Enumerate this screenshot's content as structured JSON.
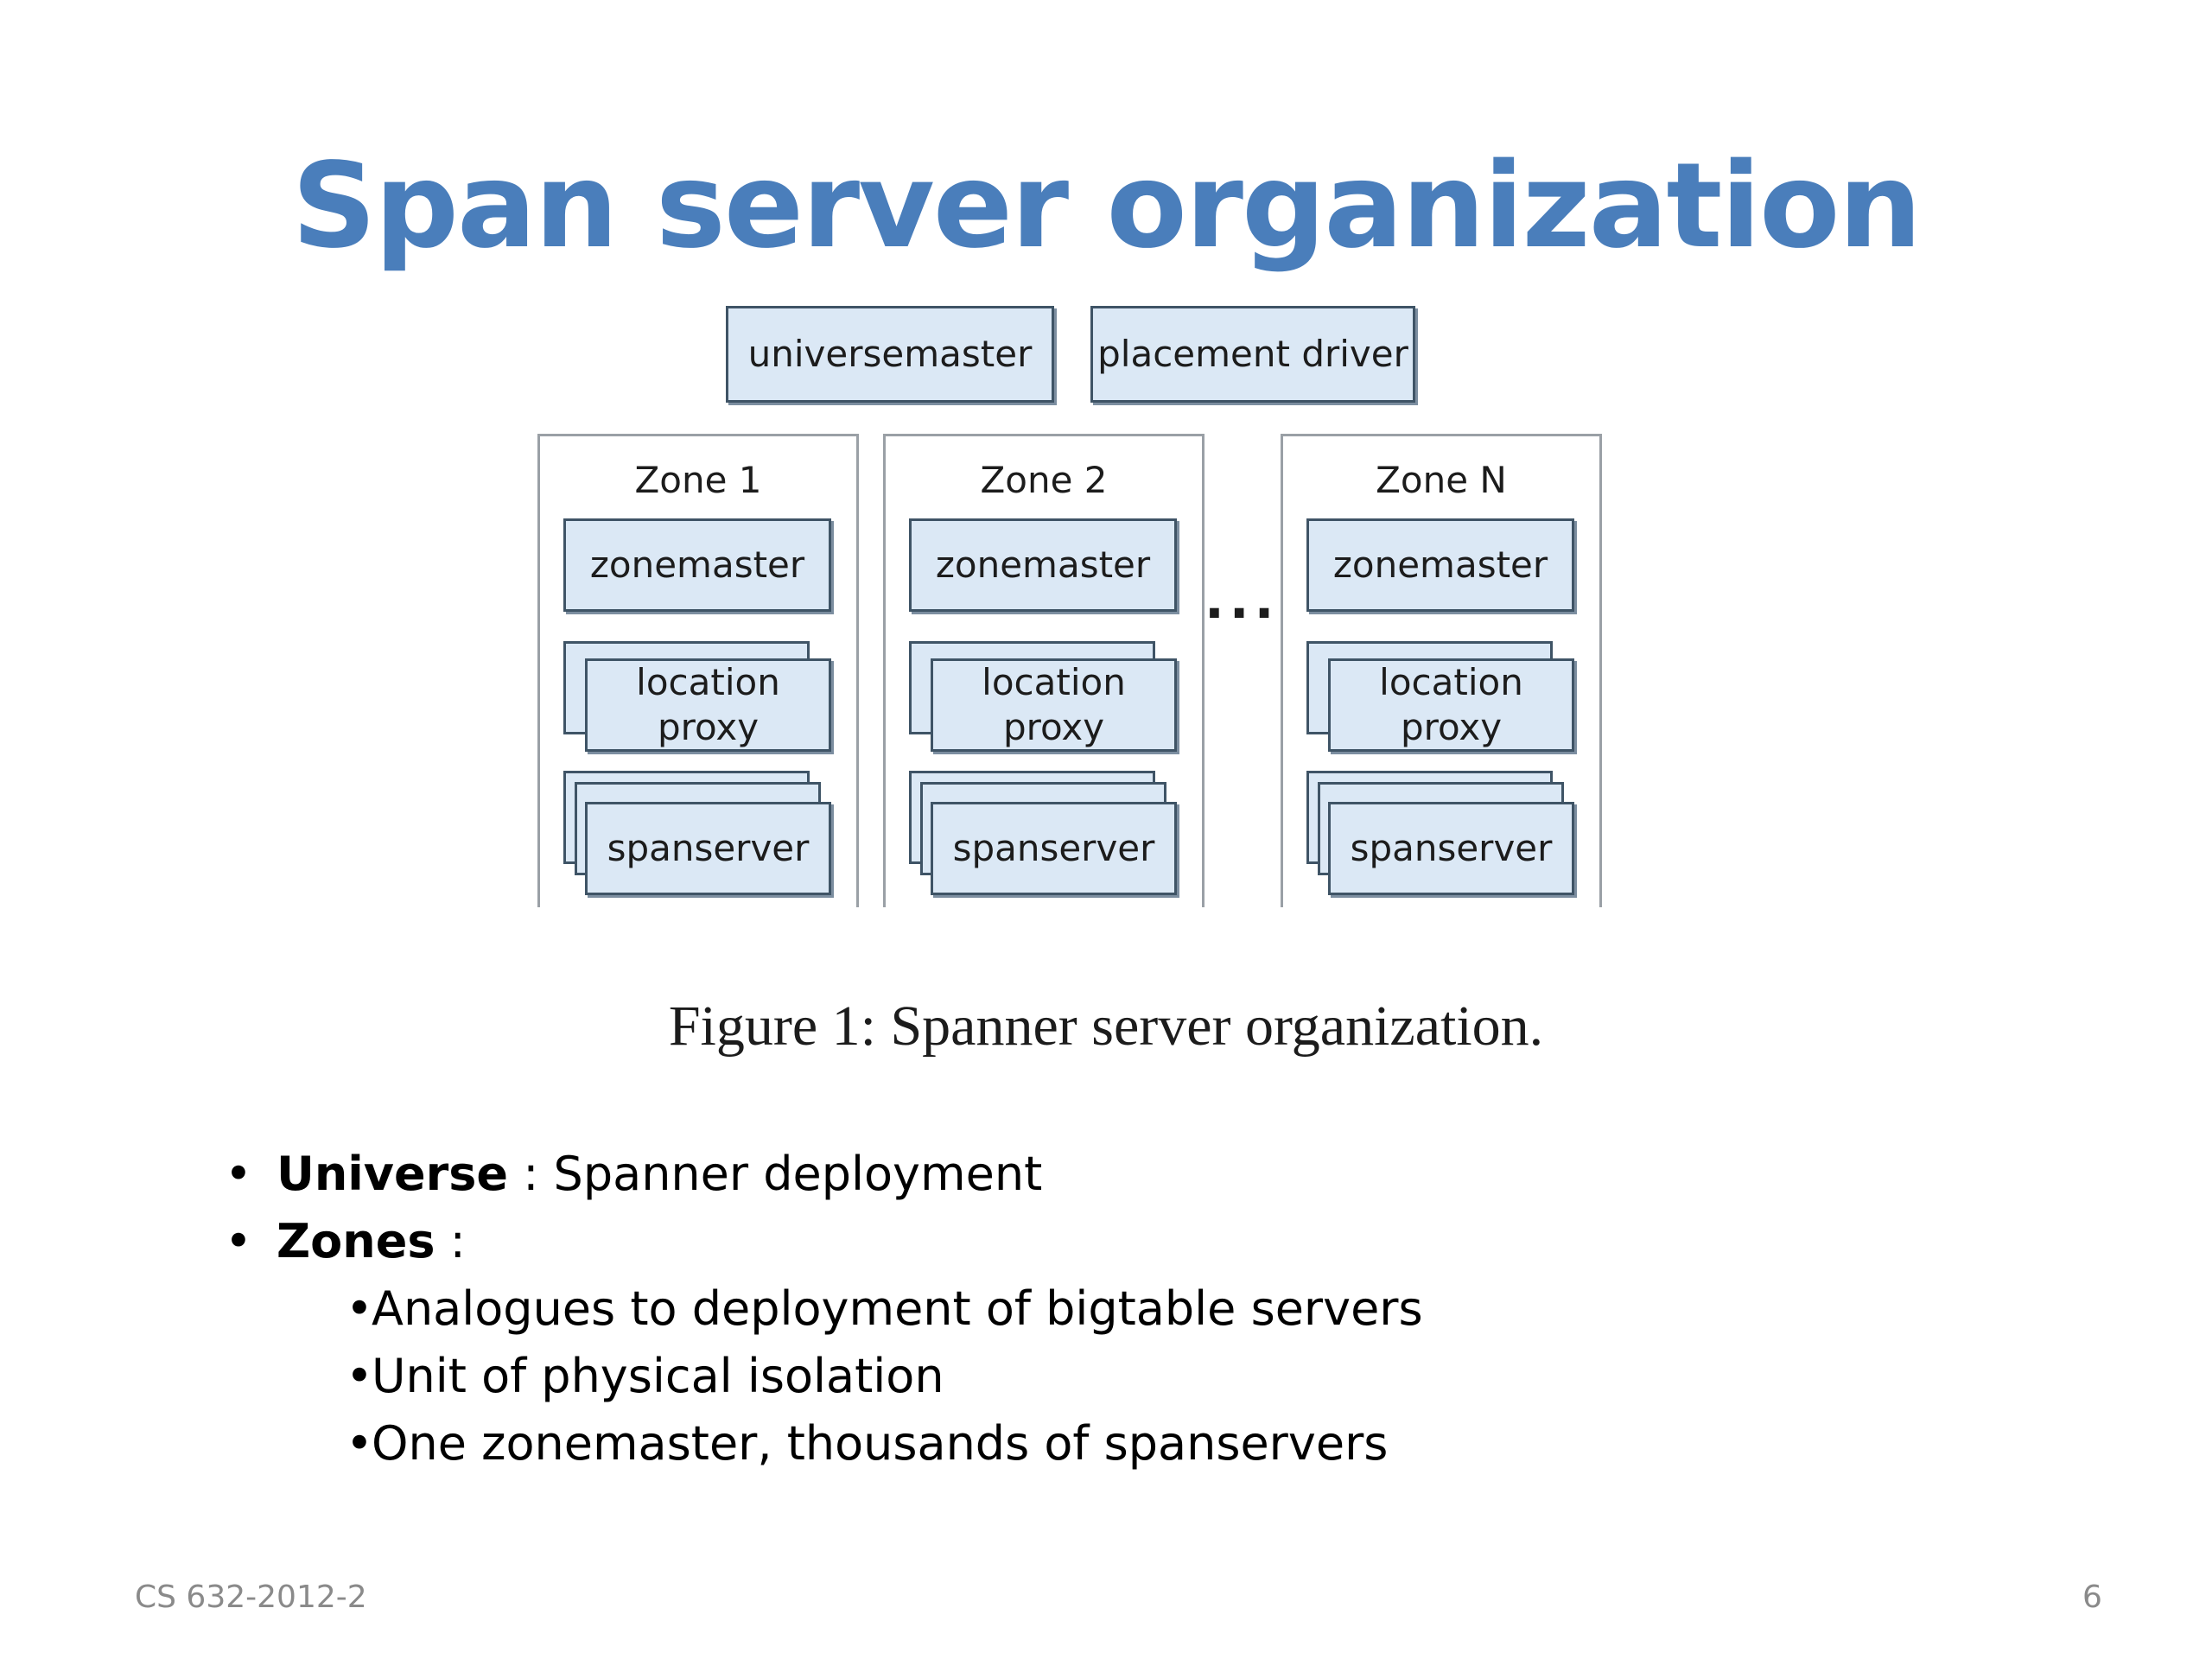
{
  "title": "Span server organization",
  "diagram": {
    "top_boxes": [
      "universemaster",
      "placement driver"
    ],
    "zones": [
      {
        "label": "Zone 1",
        "zonemaster": "zonemaster",
        "location_line1": "location",
        "location_line2": "proxy",
        "spanserver": "spanserver"
      },
      {
        "label": "Zone 2",
        "zonemaster": "zonemaster",
        "location_line1": "location",
        "location_line2": "proxy",
        "spanserver": "spanserver"
      },
      {
        "label": "Zone N",
        "zonemaster": "zonemaster",
        "location_line1": "location",
        "location_line2": "proxy",
        "spanserver": "spanserver"
      }
    ],
    "ellipsis": "...",
    "caption": "Figure 1: Spanner server organization."
  },
  "bullets": [
    {
      "term": "Universe",
      "text": " : Spanner deployment"
    },
    {
      "term": "Zones",
      "text": " :"
    }
  ],
  "sub_bullets": [
    "Analogues to deployment of bigtable servers",
    "Unit of physical isolation",
    "One zonemaster, thousands of spanservers"
  ],
  "footer": {
    "left": "CS 632-2012-2",
    "page_number": "6"
  }
}
